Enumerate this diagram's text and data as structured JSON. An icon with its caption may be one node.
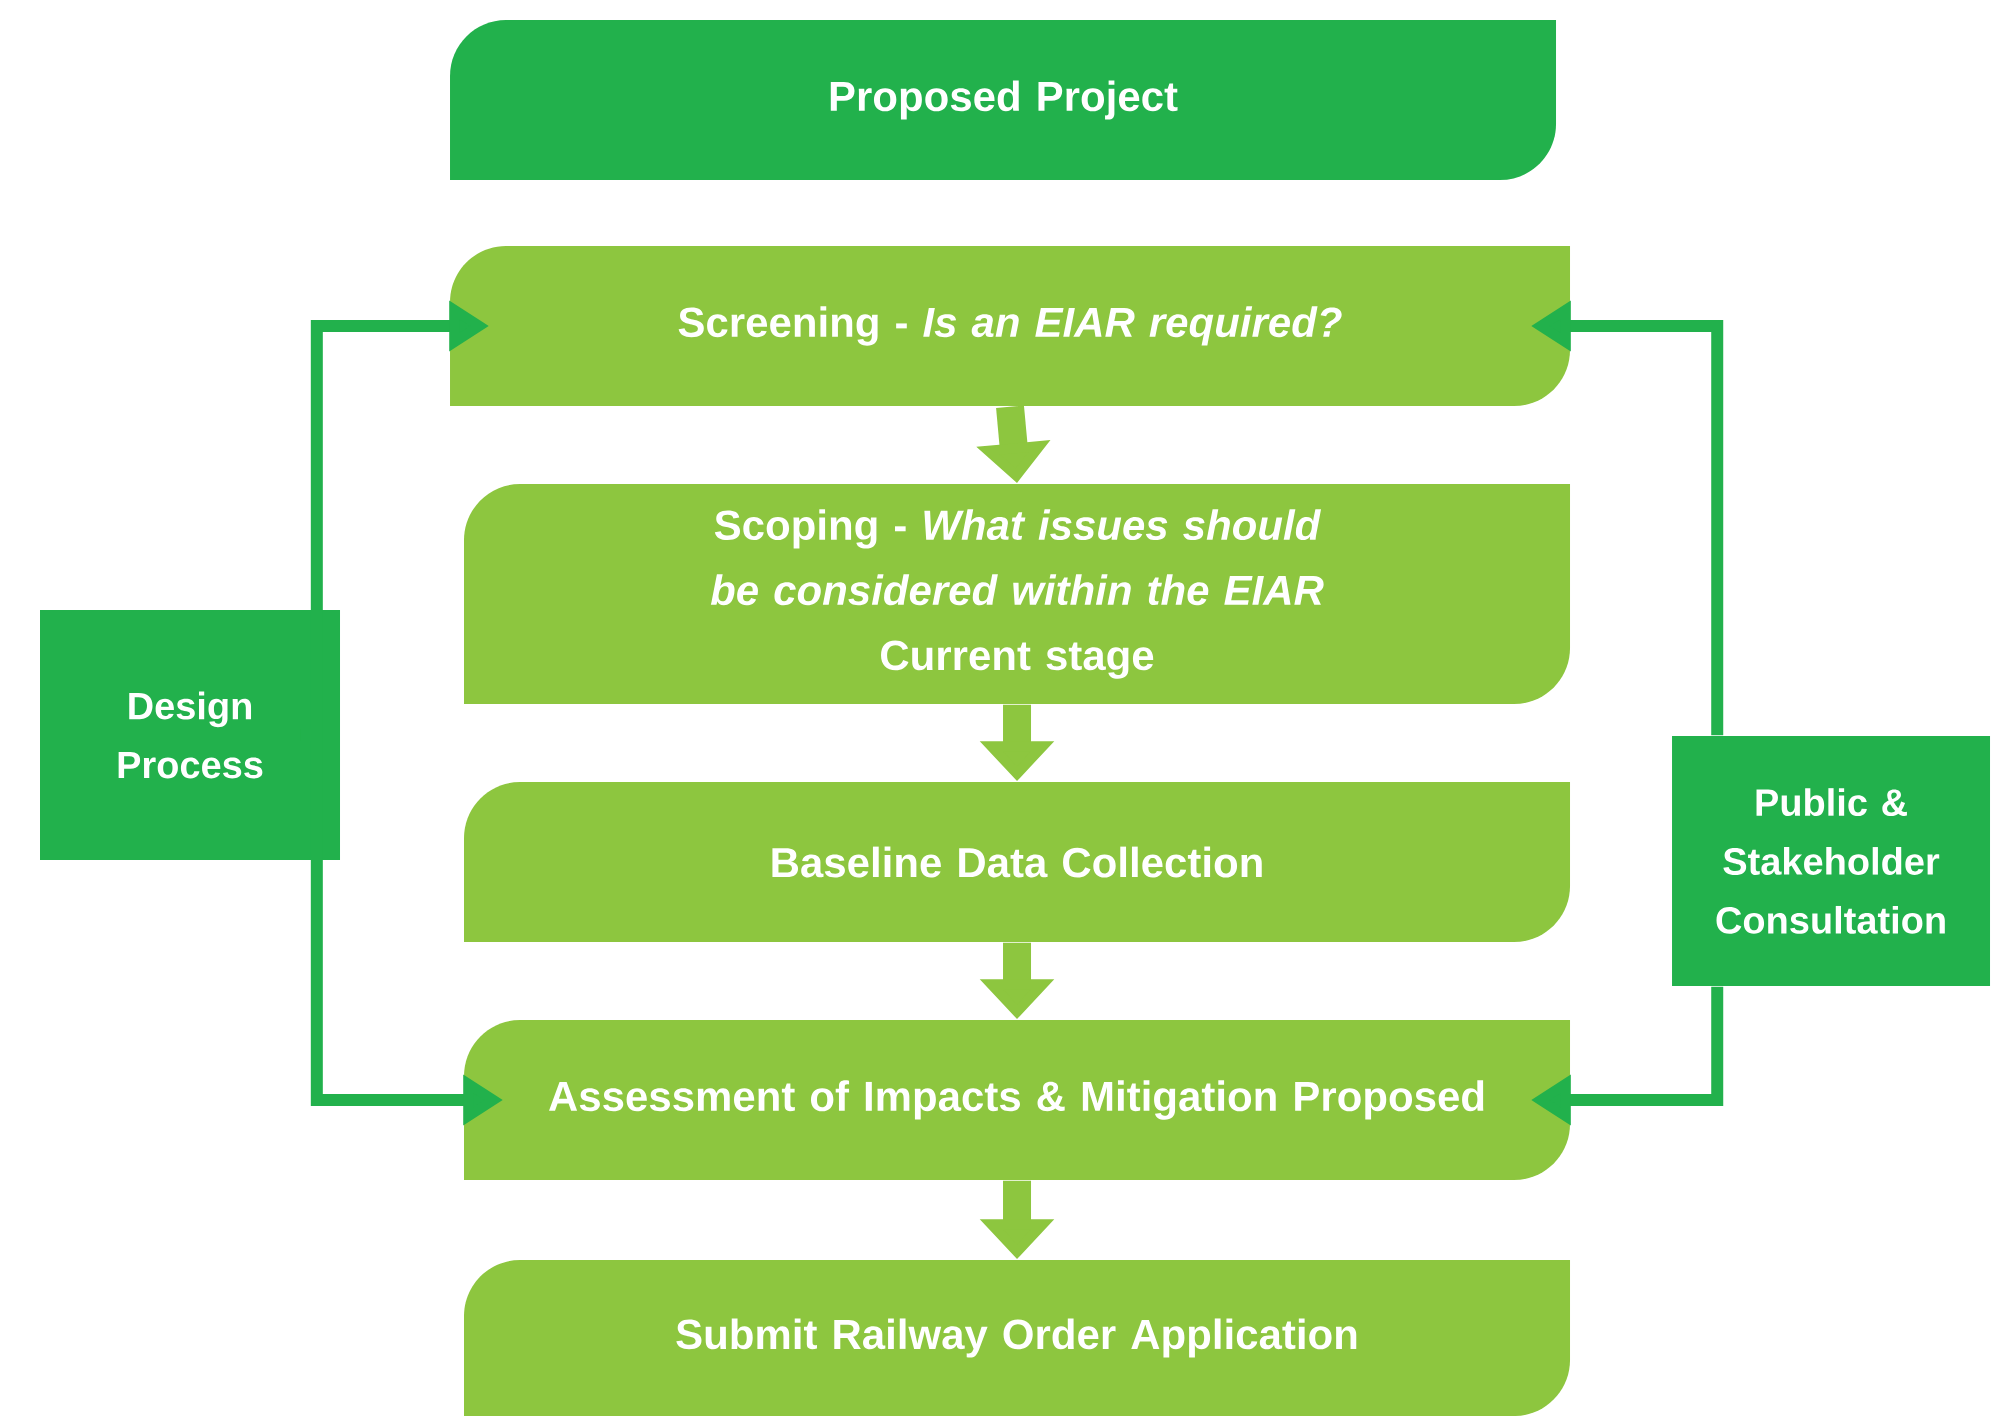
{
  "diagram": {
    "nodes": [
      {
        "text": [
          "Proposed Project"
        ]
      },
      {
        "text": [
          "Screening - *Is an EIAR required?*"
        ]
      },
      {
        "text": [
          "Scoping - *What issues should be considered within the EIAR*",
          "Current stage"
        ]
      },
      {
        "text": [
          "Baseline Data Collection"
        ]
      },
      {
        "text": [
          "Assessment of Impacts & Mitigation Proposed"
        ]
      },
      {
        "text": [
          "Submit Railway Order Application"
        ]
      },
      {
        "text": [
          "Design Process"
        ]
      },
      {
        "text": [
          "Public & Stakeholder Consultation"
        ]
      }
    ],
    "edges": [
      {
        "from": 1,
        "to": 2,
        "arrow": "to",
        "style": "thick",
        "color": "#8dc63f"
      },
      {
        "from": 2,
        "to": 3,
        "arrow": "to",
        "style": "thick",
        "color": "#8dc63f"
      },
      {
        "from": 3,
        "to": 4,
        "arrow": "to",
        "style": "thick",
        "color": "#8dc63f"
      },
      {
        "from": 4,
        "to": 5,
        "arrow": "to",
        "style": "thick",
        "color": "#8dc63f"
      },
      {
        "from": 6,
        "to": 1,
        "arrow": "to",
        "color": "#22b14c"
      },
      {
        "from": 6,
        "to": 4,
        "arrow": "to",
        "color": "#22b14c"
      },
      {
        "from": 7,
        "to": 1,
        "arrow": "to",
        "color": "#22b14c"
      },
      {
        "from": 7,
        "to": 4,
        "arrow": "to",
        "color": "#22b14c"
      }
    ]
  }
}
